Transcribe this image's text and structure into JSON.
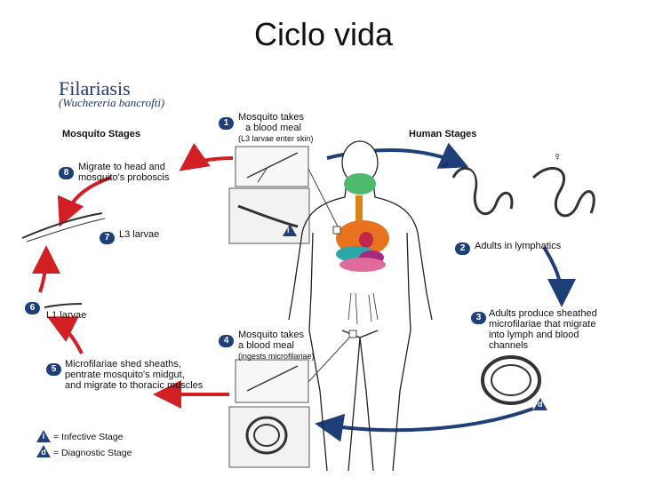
{
  "slide_title": "Ciclo vida",
  "diagram": {
    "title": "Filariasis",
    "subtitle": "(Wuchereria bancrofti)",
    "mosquito_stages_label": "Mosquito Stages",
    "human_stages_label": "Human Stages",
    "colors": {
      "red_arrow": "#d11f24",
      "blue_arrow": "#1f3f78",
      "badge": "#1f3f78"
    },
    "steps": [
      {
        "number": "1",
        "lines": [
          "Mosquito takes",
          "a blood meal"
        ],
        "note": "(L3 larvae enter skin)"
      },
      {
        "number": "2",
        "lines": [
          "Adults in lymphatics"
        ]
      },
      {
        "number": "3",
        "lines": [
          "Adults produce sheathed",
          "microfilariae that migrate",
          "into lymph and blood",
          "channels"
        ]
      },
      {
        "number": "4",
        "lines": [
          "Mosquito takes",
          "a blood meal"
        ],
        "note": "(ingests microfilariae)"
      },
      {
        "number": "5",
        "lines": [
          "Microfilariae shed sheaths,",
          "pentrate mosquito's midgut,",
          "and migrate to thoracic muscles"
        ]
      },
      {
        "number": "6",
        "lines": [
          "L1 larvae"
        ]
      },
      {
        "number": "7",
        "lines": [
          "L3 larvae"
        ]
      },
      {
        "number": "8",
        "lines": [
          "Migrate to head and",
          "mosquito's proboscis"
        ]
      }
    ],
    "badges": {
      "infective": "i",
      "diagnostic": "d"
    },
    "legend": [
      {
        "symbol": "i",
        "text": "= Infective Stage"
      },
      {
        "symbol": "d",
        "text": "= Diagnostic Stage"
      }
    ],
    "gender_symbols": {
      "male": "♂",
      "female": "♀"
    }
  }
}
